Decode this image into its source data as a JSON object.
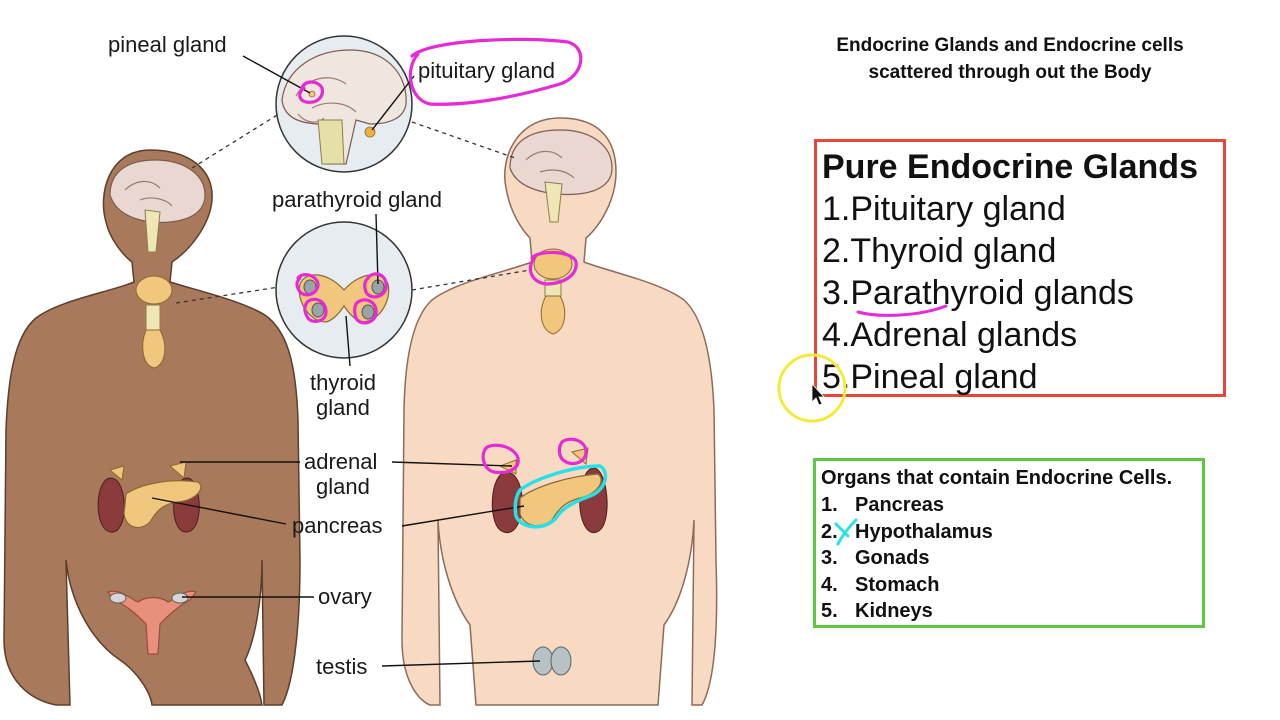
{
  "header": {
    "line1": "Endocrine Glands  and Endocrine cells",
    "line2": "scattered through out the Body"
  },
  "pure_box": {
    "title": "Pure Endocrine Glands",
    "items": [
      "1.Pituitary gland",
      "2.Thyroid gland",
      "3.Parathyroid glands",
      "4.Adrenal glands",
      "5.Pineal gland"
    ]
  },
  "organ_box": {
    "title": "Organs that contain Endocrine Cells.",
    "items": [
      {
        "num": "1.",
        "text": "Pancreas"
      },
      {
        "num": "2.",
        "text": "Hypothalamus"
      },
      {
        "num": "3.",
        "text": "Gonads"
      },
      {
        "num": "4.",
        "text": "Stomach"
      },
      {
        "num": "5.",
        "text": "Kidneys"
      }
    ]
  },
  "labels": {
    "pineal": "pineal gland",
    "pituitary": "pituitary gland",
    "parathyroid": "parathyroid gland",
    "thyroid_1": "thyroid",
    "thyroid_2": "gland",
    "adrenal_1": "adrenal",
    "adrenal_2": "gland",
    "pancreas": "pancreas",
    "ovary": "ovary",
    "testis": "testis"
  },
  "colors": {
    "female_skin": "#a8795a",
    "male_skin": "#f8d9c2",
    "gland": "#f0c77c",
    "annotation_magenta": "#e62ad6",
    "annotation_cyan": "#27e0e8",
    "pure_border": "#e8463a",
    "organ_border": "#5ec940",
    "cursor_highlight": "#f4ea3a"
  }
}
